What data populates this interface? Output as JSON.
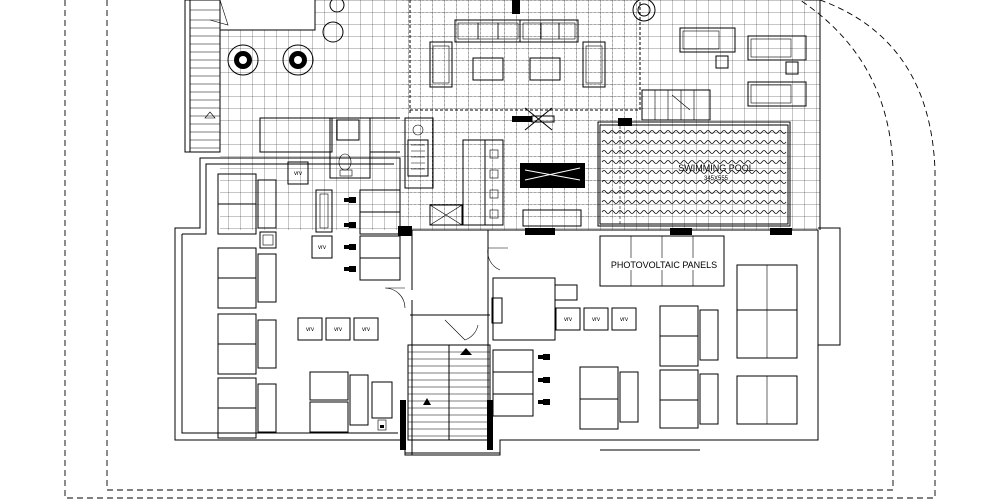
{
  "labels": {
    "pool_title": "SWIMMING POOL",
    "pool_size": "345X555",
    "pv_panels": "PHOTOVOLTAIC PANELS",
    "vrv": "vrv"
  }
}
